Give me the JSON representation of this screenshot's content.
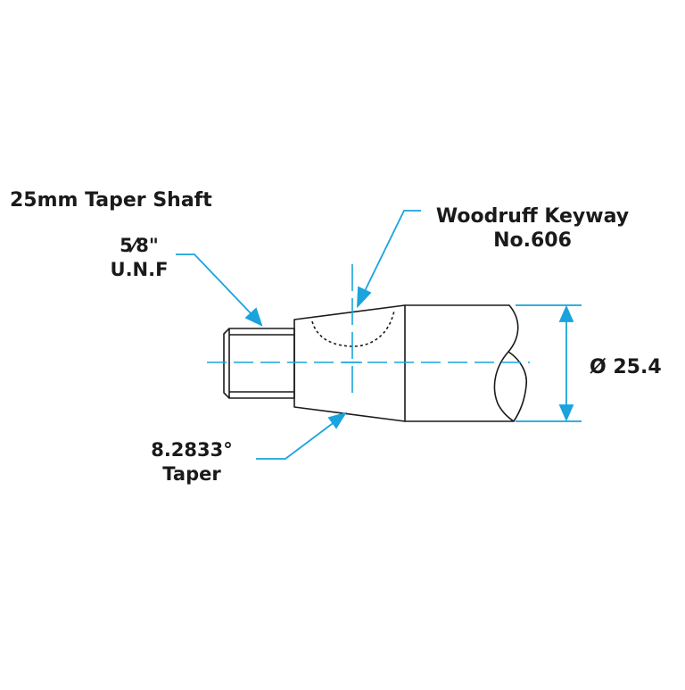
{
  "title": "25mm Taper Shaft",
  "thread_label": {
    "line1": "5⁄8\"",
    "line2": "U.N.F"
  },
  "keyway_label": {
    "line1": "Woodruff Keyway",
    "line2": "No.606"
  },
  "taper_label": {
    "line1": "8.2833°",
    "line2": "Taper"
  },
  "diameter_label": "Ø 25.4",
  "colors": {
    "outline": "#1a1a1a",
    "callout": "#1aa3dc",
    "background": "#ffffff"
  }
}
